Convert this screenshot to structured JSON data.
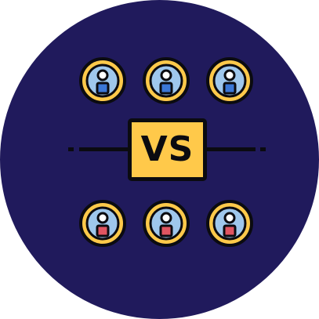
{
  "badge": {
    "label": "VS"
  },
  "team_top": {
    "shirt_color": "#3b77d6",
    "count": 3
  },
  "team_bottom": {
    "shirt_color": "#e05561",
    "count": 3
  },
  "colors": {
    "background_circle": "#201a5c",
    "avatar_ring": "#ffc94a",
    "avatar_face_bg": "#9fc7ec",
    "outline": "#0b0b10",
    "skin": "#ffffff",
    "badge_fill": "#ffc94a"
  },
  "icons": [
    "user-avatar-icon",
    "vs-badge-icon",
    "divider-line"
  ]
}
